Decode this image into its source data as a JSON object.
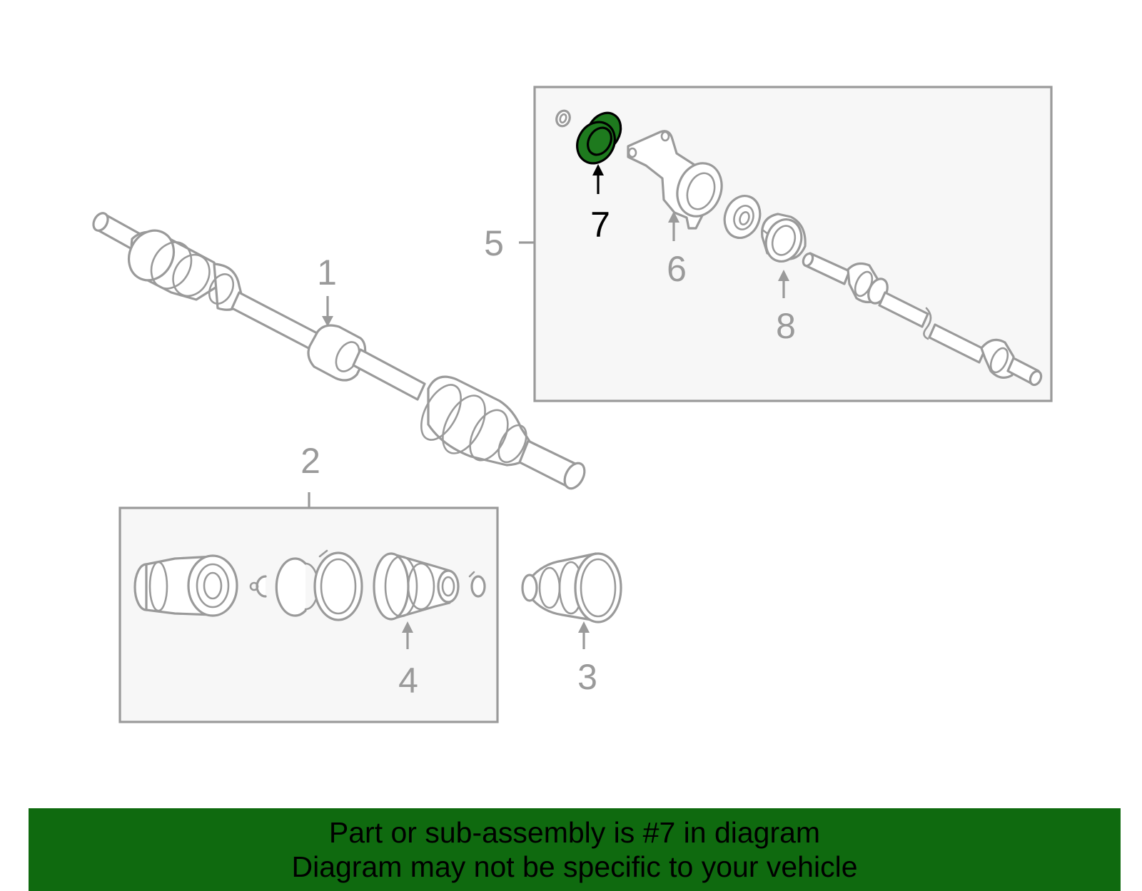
{
  "callouts": {
    "c1": "1",
    "c2": "2",
    "c3": "3",
    "c4": "4",
    "c5": "5",
    "c6": "6",
    "c7": "7",
    "c8": "8"
  },
  "highlight": {
    "part_number": "7",
    "color": "#1e7a1e"
  },
  "banner": {
    "line1": "Part or sub-assembly is #7 in diagram",
    "line2": "Diagram may not be specific to your vehicle",
    "background": "#0f6a0f"
  },
  "colors": {
    "line_art": "#9a9a9a",
    "box_fill": "#f7f7f7"
  }
}
